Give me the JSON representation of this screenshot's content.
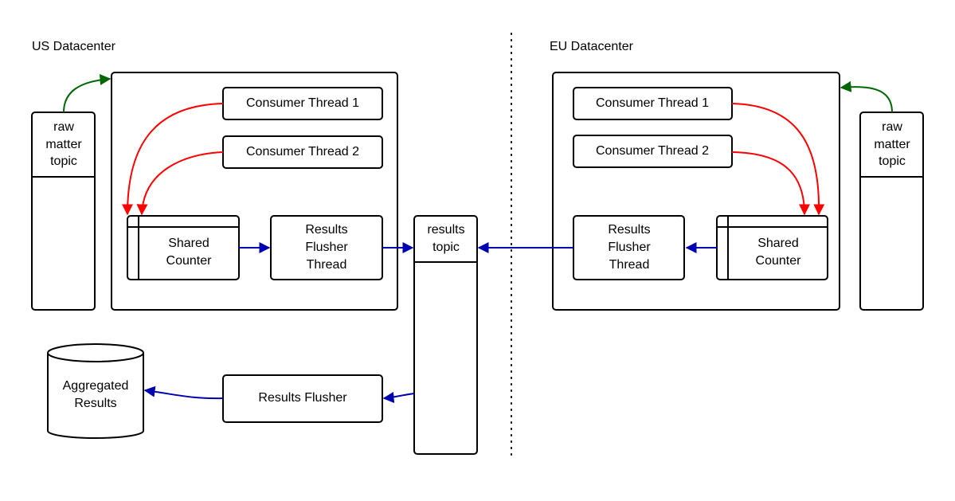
{
  "us": {
    "title": "US Datacenter",
    "raw_topic": [
      "raw",
      "matter",
      "topic"
    ],
    "consumer1": "Consumer Thread 1",
    "consumer2": "Consumer Thread 2",
    "shared_counter": [
      "Shared",
      "Counter"
    ],
    "flusher_thread": [
      "Results",
      "Flusher",
      "Thread"
    ]
  },
  "eu": {
    "title": "EU Datacenter",
    "raw_topic": [
      "raw",
      "matter",
      "topic"
    ],
    "consumer1": "Consumer Thread 1",
    "consumer2": "Consumer Thread 2",
    "shared_counter": [
      "Shared",
      "Counter"
    ],
    "flusher_thread": [
      "Results",
      "Flusher",
      "Thread"
    ]
  },
  "results_topic": [
    "results",
    "topic"
  ],
  "results_flusher": "Results Flusher",
  "aggregated_results": [
    "Aggregated",
    "Results"
  ],
  "colors": {
    "consume_arrow": "#ff0000",
    "flow_arrow": "#0000b3",
    "ingest_arrow": "#006600",
    "stroke": "#000000"
  }
}
